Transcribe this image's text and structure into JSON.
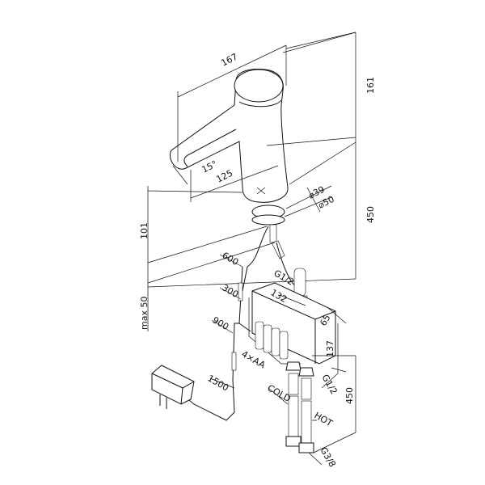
{
  "dimensions": {
    "spout_reach": "167",
    "body_height": "161",
    "spout_angle": "15°",
    "spout_offset": "125",
    "hole_diameter": "⌀39",
    "base_diameter": "⌀50",
    "hose_length_top": "450",
    "deck_min": "101",
    "deck_max": "max 50",
    "cable_sensor": "600",
    "cable_box": "300",
    "cable_battery": "900",
    "cable_adapter": "1500",
    "box_width": "132",
    "box_depth": "65",
    "box_height": "137",
    "hose_length_bottom": "450"
  },
  "labels": {
    "inlet_top": "G1/2",
    "inlet_bottom": "G1/2",
    "outlet": "G3/8",
    "batteries": "4×AA",
    "cold": "COLD",
    "hot": "HOT"
  }
}
